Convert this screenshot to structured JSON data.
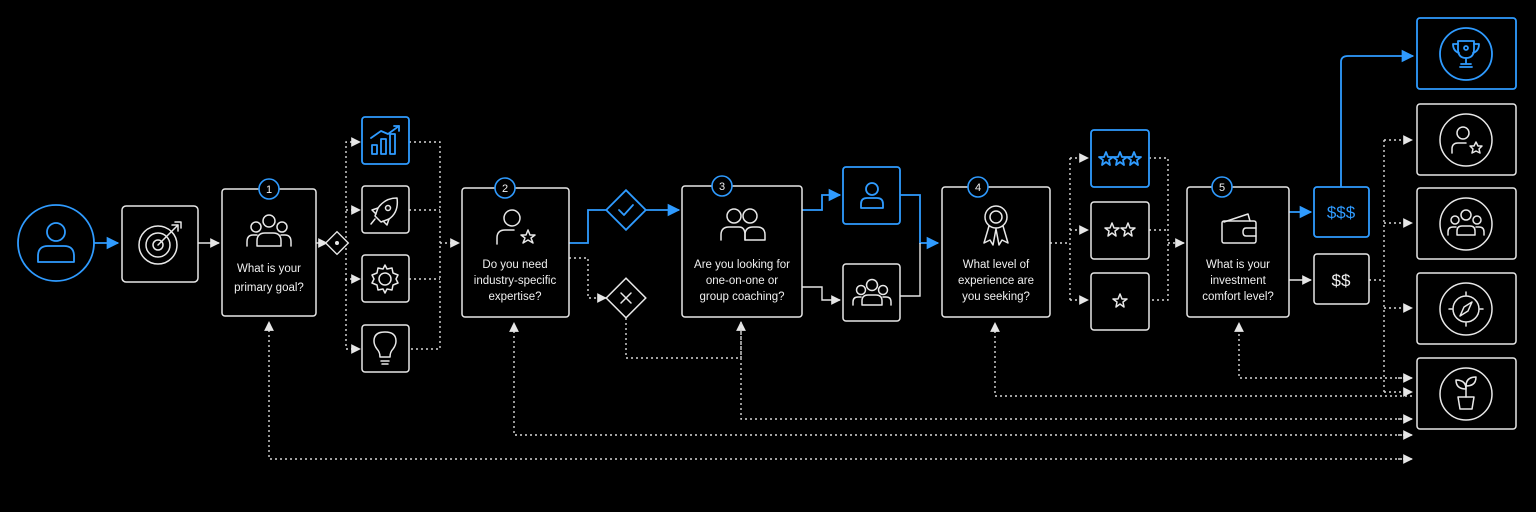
{
  "questions": [
    {
      "step": "1",
      "lines": [
        "What is your",
        "primary goal?"
      ]
    },
    {
      "step": "2",
      "lines": [
        "Do you need",
        "industry-specific",
        "expertise?"
      ]
    },
    {
      "step": "3",
      "lines": [
        "Are you looking for",
        "one-on-one or",
        "group coaching?"
      ]
    },
    {
      "step": "4",
      "lines": [
        "What level of",
        "experience are",
        "you seeking?"
      ]
    },
    {
      "step": "5",
      "lines": [
        "What is your",
        "investment",
        "comfort level?"
      ]
    }
  ],
  "investment_options": {
    "high": "$$$",
    "medium": "$$"
  },
  "icons": {
    "start": "user-icon",
    "goal": "target-icon",
    "goal_options": [
      "growth-chart-icon",
      "rocket-icon",
      "gear-icon",
      "lightbulb-icon"
    ],
    "industry_yes": "checkmark-icon",
    "industry_no": "cross-icon",
    "format_options": [
      "single-user-icon",
      "group-icon"
    ],
    "experience_options": [
      "three-stars-icon",
      "two-stars-icon",
      "one-star-icon"
    ],
    "results": [
      "trophy-icon",
      "expert-user-icon",
      "group-icon",
      "compass-icon",
      "plant-icon"
    ]
  },
  "colors": {
    "accent": "#2f9bff",
    "line": "#e6e6e6",
    "background": "#000000"
  }
}
